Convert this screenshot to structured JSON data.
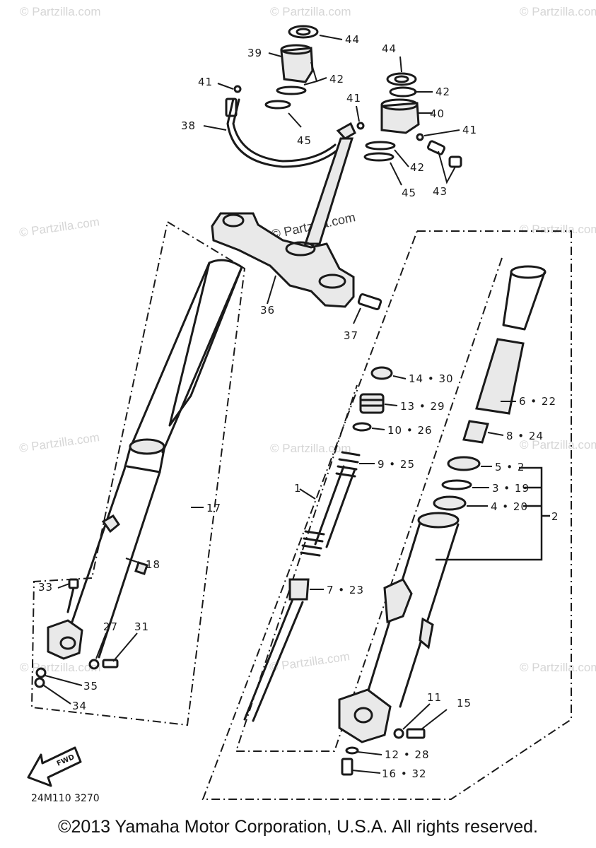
{
  "watermarks": {
    "text": "© Partzilla.com",
    "center_text": "© Partzilla.com"
  },
  "callouts": {
    "c44a": "44",
    "c44b": "44",
    "c39": "39",
    "c42a": "42",
    "c42b": "42",
    "c42c": "42",
    "c41a": "41",
    "c41b": "41",
    "c41c": "41",
    "c40": "40",
    "c38": "38",
    "c45a": "45",
    "c45b": "45",
    "c43": "43",
    "c36": "36",
    "c37": "37",
    "c14": "14 • 30",
    "c13": "13 • 29",
    "c10": "10 • 26",
    "c9": "9 • 25",
    "c1": "1",
    "c6": "6 • 22",
    "c8": "8 • 24",
    "c5": "5 • 2",
    "c3": "3 • 19",
    "c4": "4 • 20",
    "c2": "2",
    "c7": "7 • 23",
    "c17": "17",
    "c18": "18",
    "c33": "33",
    "c27": "27",
    "c31": "31",
    "c35": "35",
    "c34": "34",
    "c11": "11",
    "c15": "15",
    "c12": "12 • 28",
    "c16": "16 • 32"
  },
  "fwd_label": "FWD",
  "diagram_code": "24M110 3270",
  "copyright": "©2013 Yamaha Motor Corporation, U.S.A. All rights reserved."
}
